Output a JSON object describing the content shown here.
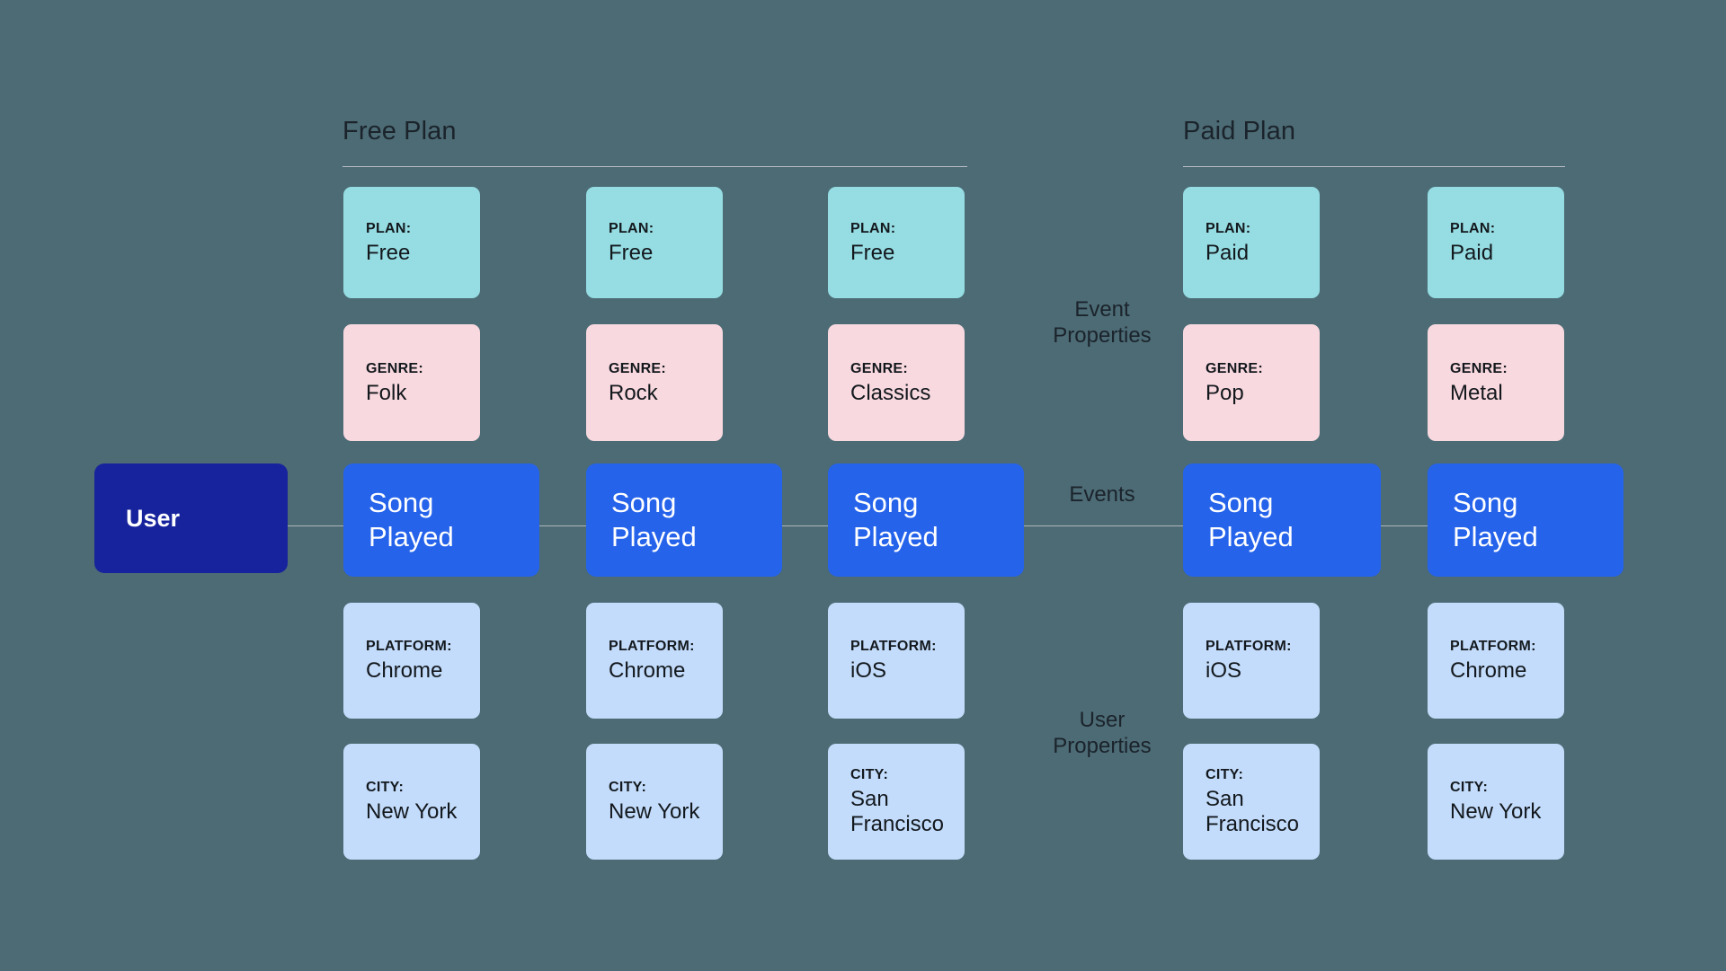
{
  "background_color": "#4c6b75",
  "colors": {
    "plan_card": "#95dde3",
    "genre_card": "#f8d9df",
    "platform_card": "#c3dcfb",
    "city_card": "#c3dcfb",
    "event_card": "#2563eb",
    "user_card": "#17239c",
    "rule": "#b9bfc6",
    "connector": "#aeb6bd",
    "text_dark": "#13181d",
    "text_light": "#ffffff"
  },
  "sections": [
    {
      "title": "Free Plan"
    },
    {
      "title": "Paid Plan"
    }
  ],
  "axis_labels": {
    "event_properties": "Event\nProperties",
    "events": "Events",
    "user_properties": "User\nProperties"
  },
  "user": {
    "label": "User"
  },
  "columns": [
    {
      "section": "Free Plan",
      "plan": {
        "key": "PLAN:",
        "value": "Free"
      },
      "genre": {
        "key": "GENRE:",
        "value": "Folk"
      },
      "event": {
        "label": "Song\nPlayed"
      },
      "platform": {
        "key": "PLATFORM:",
        "value": "Chrome"
      },
      "city": {
        "key": "CITY:",
        "value": "New York"
      }
    },
    {
      "section": "Free Plan",
      "plan": {
        "key": "PLAN:",
        "value": "Free"
      },
      "genre": {
        "key": "GENRE:",
        "value": "Rock"
      },
      "event": {
        "label": "Song\nPlayed"
      },
      "platform": {
        "key": "PLATFORM:",
        "value": "Chrome"
      },
      "city": {
        "key": "CITY:",
        "value": "New York"
      }
    },
    {
      "section": "Free Plan",
      "plan": {
        "key": "PLAN:",
        "value": "Free"
      },
      "genre": {
        "key": "GENRE:",
        "value": "Classics"
      },
      "event": {
        "label": "Song\nPlayed"
      },
      "platform": {
        "key": "PLATFORM:",
        "value": "iOS"
      },
      "city": {
        "key": "CITY:",
        "value": "San\nFrancisco"
      }
    },
    {
      "section": "Paid Plan",
      "plan": {
        "key": "PLAN:",
        "value": "Paid"
      },
      "genre": {
        "key": "GENRE:",
        "value": "Pop"
      },
      "event": {
        "label": "Song\nPlayed"
      },
      "platform": {
        "key": "PLATFORM:",
        "value": "iOS"
      },
      "city": {
        "key": "CITY:",
        "value": "San\nFrancisco"
      }
    },
    {
      "section": "Paid Plan",
      "plan": {
        "key": "PLAN:",
        "value": "Paid"
      },
      "genre": {
        "key": "GENRE:",
        "value": "Metal"
      },
      "event": {
        "label": "Song\nPlayed"
      },
      "platform": {
        "key": "PLATFORM:",
        "value": "Chrome"
      },
      "city": {
        "key": "CITY:",
        "value": "New York"
      }
    }
  ]
}
